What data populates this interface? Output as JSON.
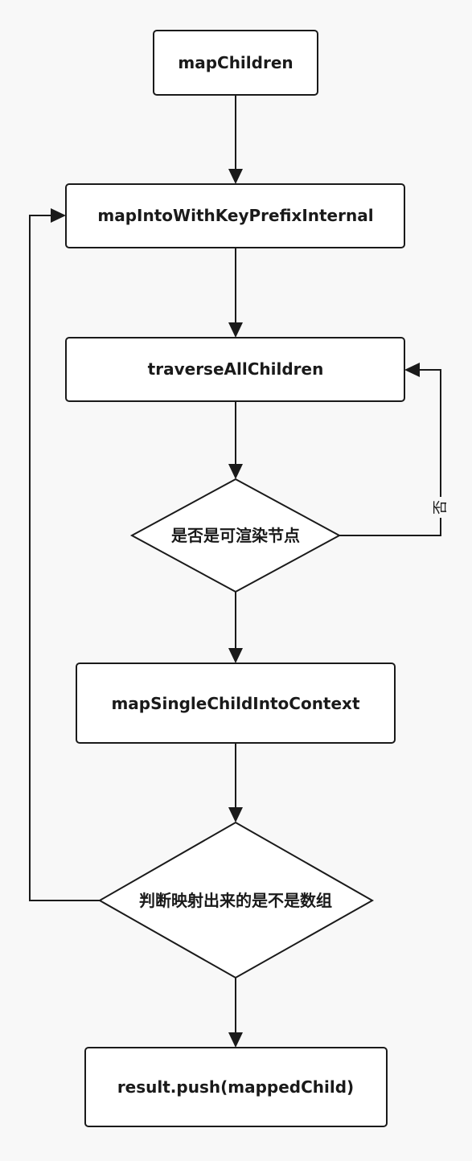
{
  "diagram": {
    "nodes": {
      "map_children": "mapChildren",
      "map_into_with_key_prefix_internal": "mapIntoWithKeyPrefixInternal",
      "traverse_all_children": "traverseAllChildren",
      "is_renderable": "是否是可渲染节点",
      "map_single_child_into_context": "mapSingleChildIntoContext",
      "is_mapped_array": "判断映射出来的是不是数组",
      "result_push": "result.push(mappedChild)"
    },
    "edge_labels": {
      "no": "否"
    }
  }
}
